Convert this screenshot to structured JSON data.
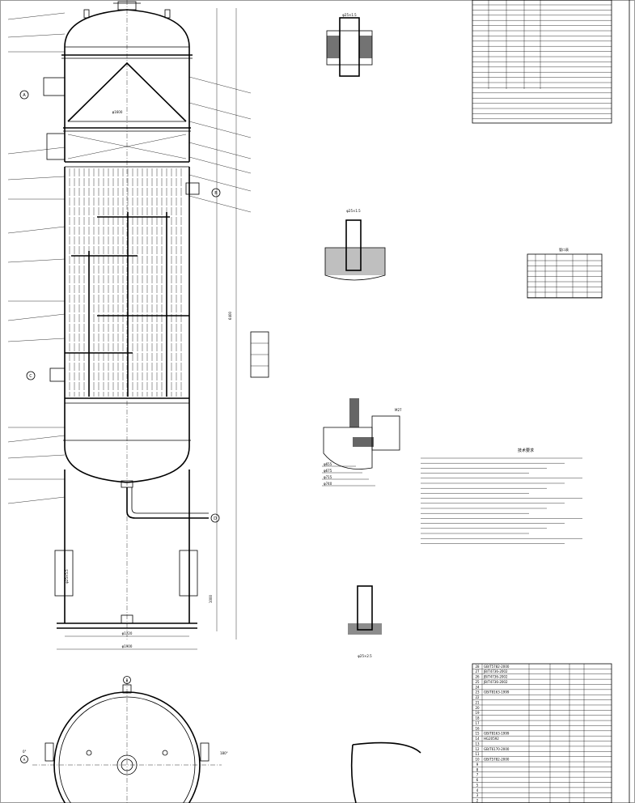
{
  "marks": {
    "section_A": "A",
    "section_B": "B",
    "section_C": "C",
    "section_D": "D",
    "angle_0": "0°",
    "angle_180": "180°"
  },
  "detail_views": {
    "detail_1_label": "φ25×1.5",
    "detail_2_label": "φ25×1.5",
    "detail_3_label": "M27",
    "detail_4_label": "φ25×2.5",
    "detail_3_dims": [
      "φ655",
      "φ675",
      "φ715",
      "φ740"
    ]
  },
  "dimensions": {
    "shell_id": "φ1600",
    "base_ring": "φ1720",
    "base_outer": "φ1900",
    "nozzle_E": "φ25×5.5",
    "overall_height": "6400",
    "skirt_height": "1000"
  },
  "technical_requirements": {
    "heading": "技术要求"
  },
  "nozzle_table": {
    "heading": "管口表"
  },
  "parts_list": {
    "rows": [
      {
        "no": "28",
        "code": "GB/T5782-2000"
      },
      {
        "no": "27",
        "code": "JB/T4736-2002"
      },
      {
        "no": "26",
        "code": "JB/T4736-2002"
      },
      {
        "no": "25",
        "code": "JB/T4736-2002"
      },
      {
        "no": "24",
        "code": ""
      },
      {
        "no": "23",
        "code": "GB/T8163-1999"
      },
      {
        "no": "22",
        "code": ""
      },
      {
        "no": "21",
        "code": ""
      },
      {
        "no": "20",
        "code": ""
      },
      {
        "no": "19",
        "code": ""
      },
      {
        "no": "18",
        "code": ""
      },
      {
        "no": "17",
        "code": ""
      },
      {
        "no": "16",
        "code": ""
      },
      {
        "no": "15",
        "code": "GB/T8163-1999"
      },
      {
        "no": "14",
        "code": "HG20592"
      },
      {
        "no": "13",
        "code": ""
      },
      {
        "no": "12",
        "code": "GB/T6170-2000"
      },
      {
        "no": "11",
        "code": ""
      },
      {
        "no": "10",
        "code": "GB/T5782-2000"
      },
      {
        "no": "9",
        "code": ""
      },
      {
        "no": "8",
        "code": ""
      },
      {
        "no": "7",
        "code": ""
      },
      {
        "no": "6",
        "code": ""
      },
      {
        "no": "5",
        "code": ""
      },
      {
        "no": "4",
        "code": ""
      },
      {
        "no": "3",
        "code": ""
      },
      {
        "no": "2",
        "code": ""
      }
    ]
  }
}
